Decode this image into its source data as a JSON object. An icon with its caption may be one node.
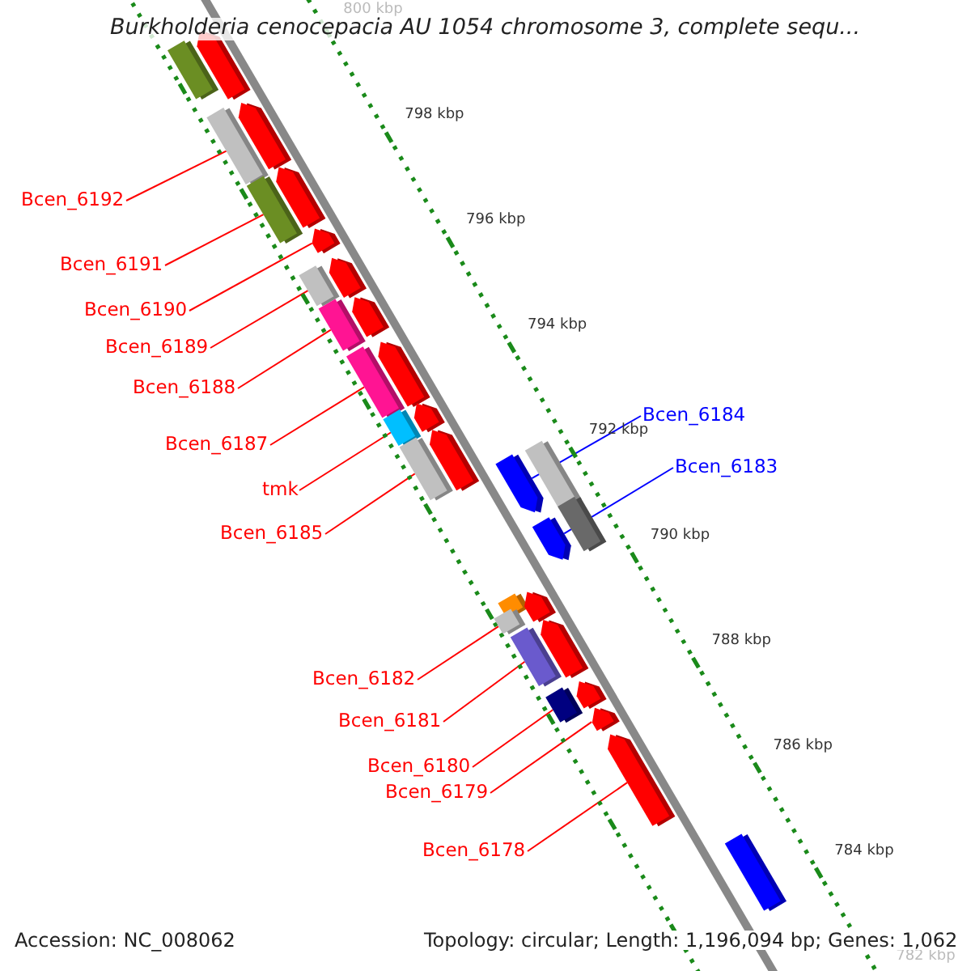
{
  "diagram": {
    "title": "Burkholderia cenocepacia AU 1054 chromosome 3, complete sequ...",
    "nodes": [
      {
        "text": [
          "Bcen_6192"
        ]
      },
      {
        "text": [
          "Bcen_6191"
        ]
      },
      {
        "text": [
          "Bcen_6190"
        ]
      },
      {
        "text": [
          "Bcen_6189"
        ]
      },
      {
        "text": [
          "Bcen_6188"
        ]
      },
      {
        "text": [
          "Bcen_6184"
        ]
      },
      {
        "text": [
          "Bcen_6187"
        ]
      },
      {
        "text": [
          "Bcen_6183"
        ]
      },
      {
        "text": [
          "tmk"
        ]
      },
      {
        "text": [
          "Bcen_6185"
        ]
      },
      {
        "text": [
          "Bcen_6182"
        ]
      },
      {
        "text": [
          "Bcen_6181"
        ]
      },
      {
        "text": [
          "Bcen_6180"
        ]
      },
      {
        "text": [
          "Bcen_6179"
        ]
      },
      {
        "text": [
          "Bcen_6178"
        ]
      },
      {
        "text": [],
        "shape": "bar"
      },
      {
        "text": [],
        "shape": "arrow"
      },
      {
        "text": [],
        "shape": "bar"
      },
      {
        "text": [],
        "shape": "arrow"
      },
      {
        "text": [],
        "shape": "bar"
      },
      {
        "text": [],
        "shape": "arrow"
      },
      {
        "text": [],
        "shape": "arrow"
      },
      {
        "text": [],
        "shape": "bar"
      },
      {
        "text": [],
        "shape": "arrow"
      },
      {
        "text": [],
        "shape": "bar"
      },
      {
        "text": [],
        "shape": "arrow"
      },
      {
        "text": [],
        "shape": "bar"
      },
      {
        "text": [],
        "shape": "arrow"
      },
      {
        "text": [],
        "shape": "bar"
      },
      {
        "text": [],
        "shape": "arrow"
      },
      {
        "text": [],
        "shape": "bar"
      },
      {
        "text": [],
        "shape": "arrow"
      },
      {
        "text": [],
        "shape": "arrow"
      },
      {
        "text": [],
        "shape": "bar"
      },
      {
        "text": [],
        "shape": "bar"
      },
      {
        "text": [],
        "shape": "arrow"
      },
      {
        "text": [],
        "shape": "bar"
      },
      {
        "text": [],
        "shape": "arrow"
      },
      {
        "text": [],
        "shape": "bar"
      },
      {
        "text": [],
        "shape": "bar"
      },
      {
        "text": [],
        "shape": "arrow"
      },
      {
        "text": [],
        "shape": "bar"
      },
      {
        "text": [],
        "shape": "arrow"
      },
      {
        "text": [],
        "shape": "arrow"
      },
      {
        "text": [],
        "shape": "arrow"
      },
      {
        "text": [],
        "shape": "bar"
      }
    ],
    "edges": [
      {
        "from": 0,
        "to": 17,
        "arrow": "none"
      },
      {
        "from": 1,
        "to": 19,
        "arrow": "none"
      },
      {
        "from": 2,
        "to": 21,
        "arrow": "none"
      },
      {
        "from": 3,
        "to": 22,
        "arrow": "none"
      },
      {
        "from": 4,
        "to": 24,
        "arrow": "none"
      },
      {
        "from": 5,
        "to": 32,
        "arrow": "none",
        "color": "#0000ff"
      },
      {
        "from": 6,
        "to": 26,
        "arrow": "none"
      },
      {
        "from": 7,
        "to": 35,
        "arrow": "none",
        "color": "#0000ff"
      },
      {
        "from": 8,
        "to": 28,
        "arrow": "none"
      },
      {
        "from": 9,
        "to": 30,
        "arrow": "none"
      },
      {
        "from": 10,
        "to": 38,
        "arrow": "none"
      },
      {
        "from": 11,
        "to": 39,
        "arrow": "none"
      },
      {
        "from": 12,
        "to": 41,
        "arrow": "none"
      },
      {
        "from": 13,
        "to": 43,
        "arrow": "none"
      },
      {
        "from": 14,
        "to": 44,
        "arrow": "none"
      }
    ],
    "labels": [
      "800 kbp",
      "798 kbp",
      "796 kbp",
      "794 kbp",
      "792 kbp",
      "790 kbp",
      "788 kbp",
      "786 kbp",
      "784 kbp",
      "782 kbp",
      "Accession: NC_008062",
      "Topology: circular; Length: 1,196,094 bp; Genes: 1,062"
    ]
  }
}
